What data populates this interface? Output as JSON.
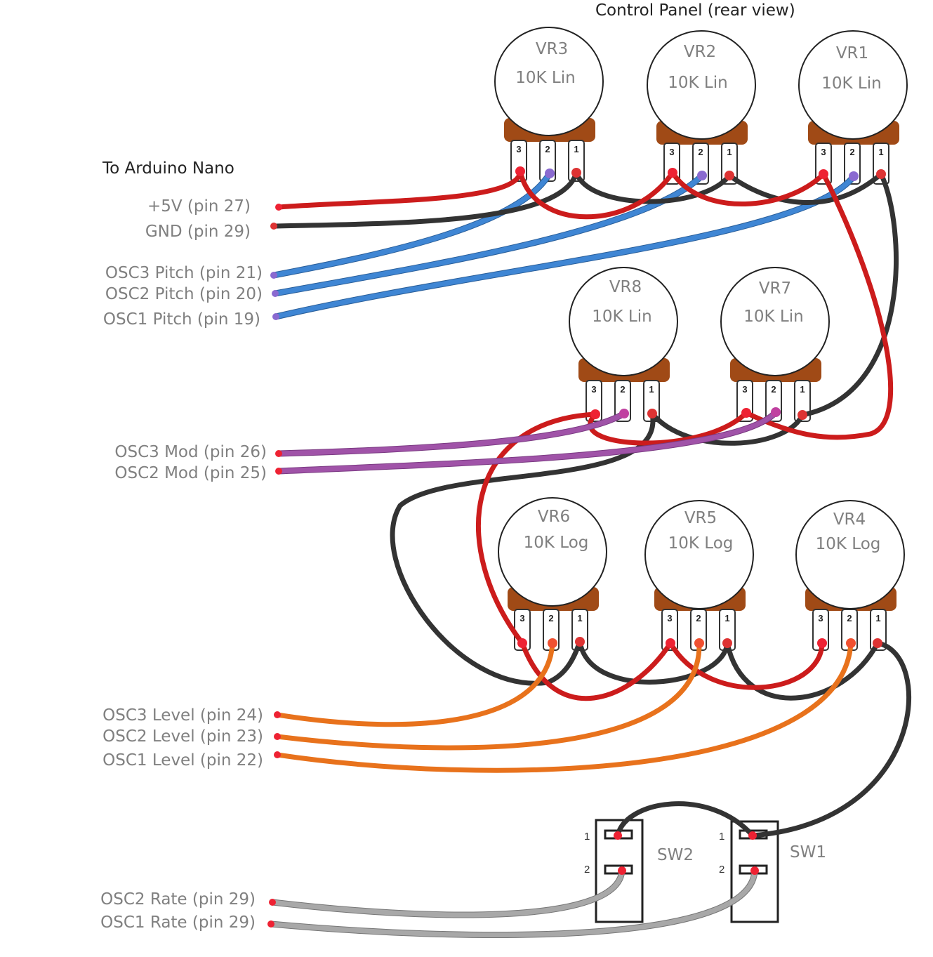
{
  "title": "Control Panel (rear view)",
  "subtitle": "To Arduino Nano",
  "colors": {
    "vcc": "#cc1c1c",
    "gnd": "#333333",
    "pitch": "#3f86d4",
    "mod": "#a053a8",
    "level": "#e8721c",
    "rate": "#9a9a9a",
    "pot_body": "#a04a16"
  },
  "labels": [
    "+5V (pin 27)",
    "GND (pin 29)",
    "OSC3 Pitch (pin 21)",
    "OSC2 Pitch (pin 20)",
    "OSC1 Pitch (pin 19)",
    "OSC3 Mod (pin 26)",
    "OSC2 Mod (pin 25)",
    "OSC3 Level (pin 24)",
    "OSC2 Level (pin 23)",
    "OSC1 Level (pin 22)",
    "OSC2 Rate (pin 29)",
    "OSC1 Rate (pin 29)"
  ],
  "pots": [
    {
      "name": "VR3",
      "value": "10K Lin"
    },
    {
      "name": "VR2",
      "value": "10K Lin"
    },
    {
      "name": "VR1",
      "value": "10K Lin"
    },
    {
      "name": "VR8",
      "value": "10K Lin"
    },
    {
      "name": "VR7",
      "value": "10K Lin"
    },
    {
      "name": "VR6",
      "value": "10K Log"
    },
    {
      "name": "VR5",
      "value": "10K Log"
    },
    {
      "name": "VR4",
      "value": "10K Log"
    }
  ],
  "pot_pins": [
    "3",
    "2",
    "1"
  ],
  "switches": [
    {
      "name": "SW2",
      "pins": [
        "1",
        "2"
      ]
    },
    {
      "name": "SW1",
      "pins": [
        "1",
        "2"
      ]
    }
  ]
}
